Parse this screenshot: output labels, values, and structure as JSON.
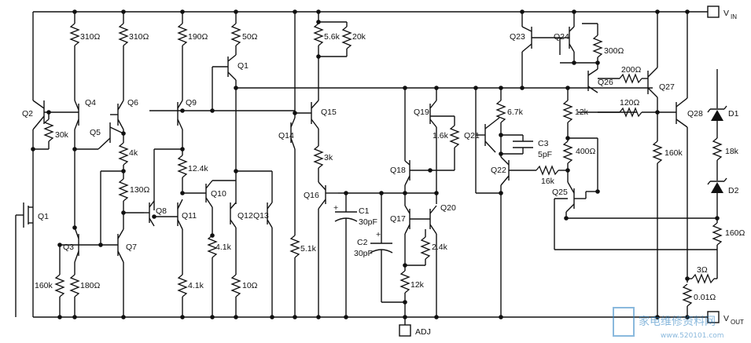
{
  "pins": {
    "vin": "V",
    "vin_sub": "IN",
    "vout": "V",
    "vout_sub": "OUT",
    "adj": "ADJ"
  },
  "transistors": {
    "q1": "Q1",
    "q1b": "Q1",
    "q2": "Q2",
    "q3": "Q3",
    "q4": "Q4",
    "q5": "Q5",
    "q6": "Q6",
    "q7": "Q7",
    "q8": "Q8",
    "q9": "Q9",
    "q10": "Q10",
    "q11": "Q11",
    "q12": "Q12",
    "q13": "Q13",
    "q14": "Q14",
    "q15": "Q15",
    "q16": "Q16",
    "q17": "Q17",
    "q18": "Q18",
    "q19": "Q19",
    "q20": "Q20",
    "q21": "Q21",
    "q22": "Q22",
    "q23": "Q23",
    "q24": "Q24",
    "q25": "Q25",
    "q26": "Q26",
    "q27": "Q27",
    "q28": "Q28"
  },
  "resistors": {
    "r310a": "310Ω",
    "r310b": "310Ω",
    "r190": "190Ω",
    "r50": "50Ω",
    "r5k6": "5.6k",
    "r20k": "20k",
    "r300": "300Ω",
    "r200": "200Ω",
    "r120": "120Ω",
    "r30k": "30k",
    "r4k": "4k",
    "r12k4": "12.4k",
    "r130": "130Ω",
    "r3k": "3k",
    "r1k6": "1.6k",
    "r6k7": "6.7k",
    "r12k_top": "12k",
    "r400": "400Ω",
    "r16k": "16k",
    "r160k_right": "160k",
    "r18k": "18k",
    "r160": "160Ω",
    "r3": "3Ω",
    "r001": "0.01Ω",
    "r160k_left": "160k",
    "r180": "180Ω",
    "r4k1a": "4.1k",
    "r4k1b": "4.1k",
    "r10": "10Ω",
    "r5k1": "5.1k",
    "r2k4": "2.4k",
    "r12k_bot": "12k"
  },
  "capacitors": {
    "c1_name": "C1",
    "c1_val": "30pF",
    "c2_name": "C2",
    "c2_val": "30pF",
    "c3_name": "C3",
    "c3_val": "5pF"
  },
  "diodes": {
    "d1": "D1",
    "d2": "D2"
  },
  "watermark": {
    "cn": "家电维修资料网",
    "url": "www.520101.com"
  },
  "colors": {
    "wire": "#111111",
    "background": "#ffffff",
    "watermark": "#2a7fc1"
  }
}
